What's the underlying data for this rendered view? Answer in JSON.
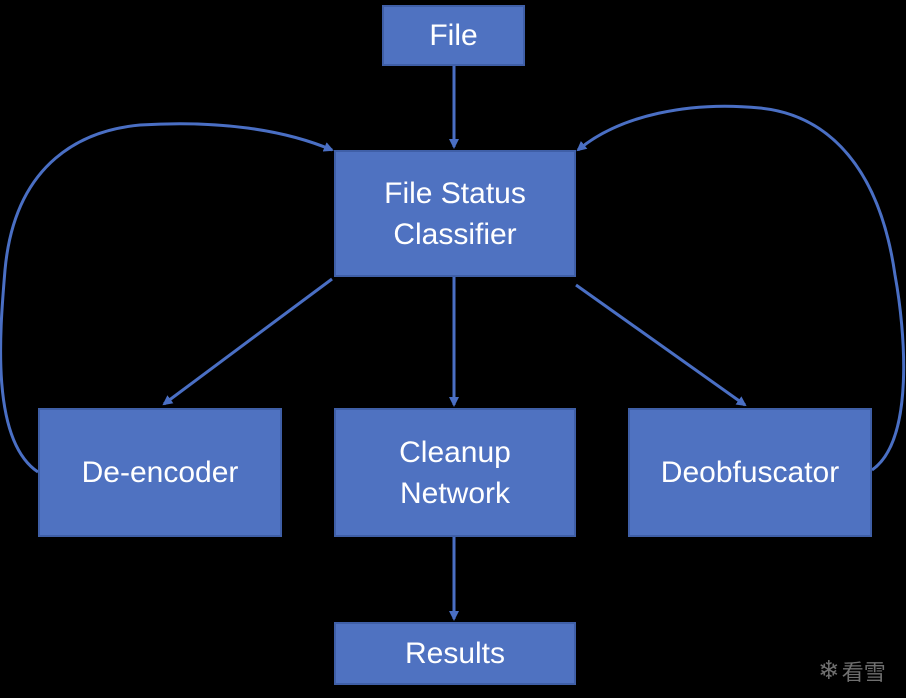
{
  "nodes": {
    "file": "File",
    "classifier": [
      "File Status",
      "Classifier"
    ],
    "deencoder": "De-encoder",
    "cleanup": [
      "Cleanup",
      "Network"
    ],
    "deobfuscator": "Deobfuscator",
    "results": "Results"
  },
  "edges": [
    {
      "from": "file",
      "to": "classifier"
    },
    {
      "from": "classifier",
      "to": "deencoder"
    },
    {
      "from": "classifier",
      "to": "cleanup"
    },
    {
      "from": "classifier",
      "to": "deobfuscator"
    },
    {
      "from": "cleanup",
      "to": "results"
    },
    {
      "from": "deencoder",
      "to": "classifier"
    },
    {
      "from": "deobfuscator",
      "to": "classifier"
    }
  ],
  "watermark": "看雪",
  "colors": {
    "background": "#000000",
    "node_fill": "#4f72c1",
    "edge": "#4a6fc4",
    "text": "#ffffff"
  }
}
